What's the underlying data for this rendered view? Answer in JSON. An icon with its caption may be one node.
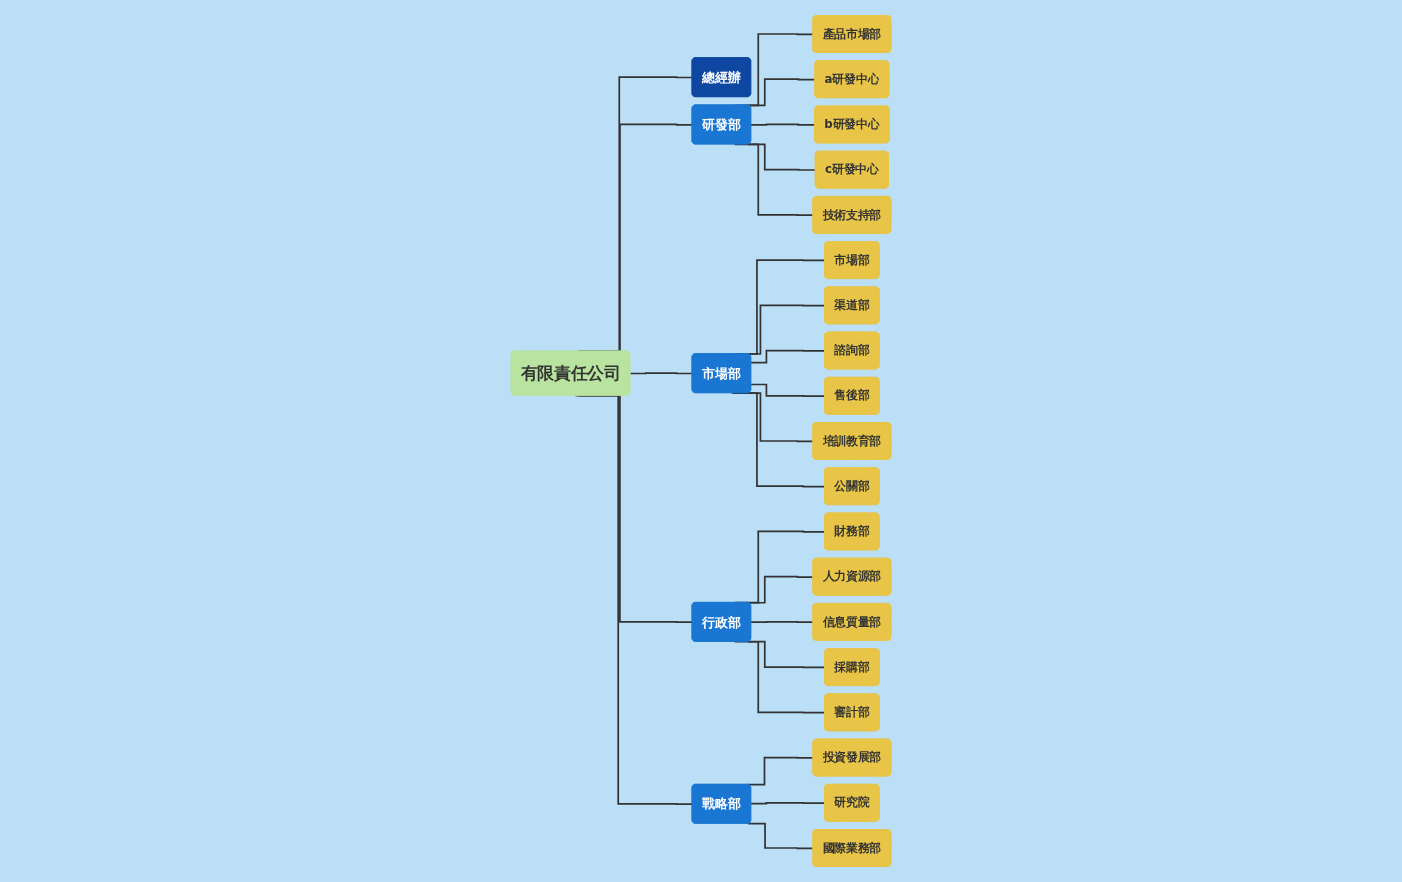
{
  "diagram": {
    "nodes": [
      {
        "text": [
          "有限責任公司"
        ]
      },
      {
        "text": [
          "總經辦"
        ]
      },
      {
        "text": [
          "研發部"
        ]
      },
      {
        "text": [
          "市場部"
        ]
      },
      {
        "text": [
          "行政部"
        ]
      },
      {
        "text": [
          "戰略部"
        ]
      },
      {
        "text": [
          "產品市場部"
        ]
      },
      {
        "text": [
          "a研發中心"
        ]
      },
      {
        "text": [
          "b研發中心"
        ]
      },
      {
        "text": [
          "c研發中心"
        ]
      },
      {
        "text": [
          "技術支持部"
        ]
      },
      {
        "text": [
          "市場部"
        ]
      },
      {
        "text": [
          "渠道部"
        ]
      },
      {
        "text": [
          "諮詢部"
        ]
      },
      {
        "text": [
          "售後部"
        ]
      },
      {
        "text": [
          "培訓教育部"
        ]
      },
      {
        "text": [
          "公關部"
        ]
      },
      {
        "text": [
          "財務部"
        ]
      },
      {
        "text": [
          "人力資源部"
        ]
      },
      {
        "text": [
          "信息質量部"
        ]
      },
      {
        "text": [
          "採購部"
        ]
      },
      {
        "text": [
          "審計部"
        ]
      },
      {
        "text": [
          "投資發展部"
        ]
      },
      {
        "text": [
          "研究院"
        ]
      },
      {
        "text": [
          "國際業務部"
        ]
      }
    ],
    "edges": [
      {
        "from": 0,
        "to": 1,
        "arrow": "none"
      },
      {
        "from": 0,
        "to": 2,
        "arrow": "none"
      },
      {
        "from": 0,
        "to": 3,
        "arrow": "none"
      },
      {
        "from": 0,
        "to": 4,
        "arrow": "none"
      },
      {
        "from": 0,
        "to": 5,
        "arrow": "none"
      },
      {
        "from": 2,
        "to": 6,
        "arrow": "none"
      },
      {
        "from": 2,
        "to": 7,
        "arrow": "none"
      },
      {
        "from": 2,
        "to": 8,
        "arrow": "none"
      },
      {
        "from": 2,
        "to": 9,
        "arrow": "none"
      },
      {
        "from": 2,
        "to": 10,
        "arrow": "none"
      },
      {
        "from": 3,
        "to": 11,
        "arrow": "none"
      },
      {
        "from": 3,
        "to": 12,
        "arrow": "none"
      },
      {
        "from": 3,
        "to": 13,
        "arrow": "none"
      },
      {
        "from": 3,
        "to": 14,
        "arrow": "none"
      },
      {
        "from": 3,
        "to": 15,
        "arrow": "none"
      },
      {
        "from": 3,
        "to": 16,
        "arrow": "none"
      },
      {
        "from": 4,
        "to": 17,
        "arrow": "none"
      },
      {
        "from": 4,
        "to": 18,
        "arrow": "none"
      },
      {
        "from": 4,
        "to": 19,
        "arrow": "none"
      },
      {
        "from": 4,
        "to": 20,
        "arrow": "none"
      },
      {
        "from": 4,
        "to": 21,
        "arrow": "none"
      },
      {
        "from": 5,
        "to": 22,
        "arrow": "none"
      },
      {
        "from": 5,
        "to": 23,
        "arrow": "none"
      },
      {
        "from": 5,
        "to": 24,
        "arrow": "none"
      }
    ]
  }
}
